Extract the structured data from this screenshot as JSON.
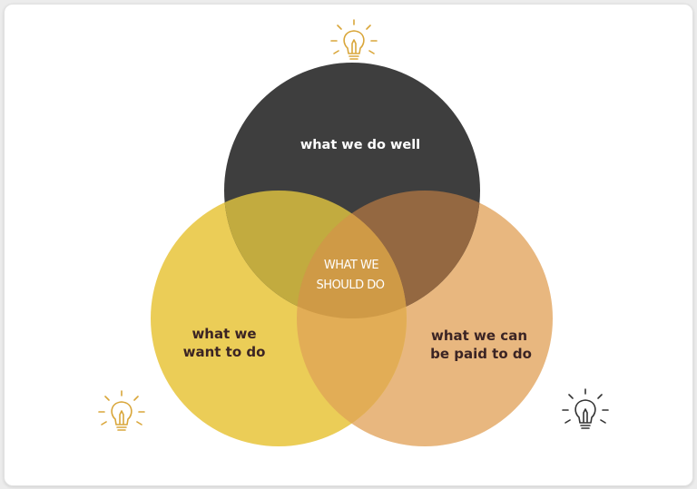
{
  "diagram": {
    "circles": [
      {
        "id": "top",
        "label": "what we do well",
        "color": "#3e3e3e"
      },
      {
        "id": "left",
        "label_lines": [
          "what we",
          "want to do"
        ],
        "color": "#ebcd57"
      },
      {
        "id": "right",
        "label_lines": [
          "what we can",
          "be paid to do"
        ],
        "color": "#e8b77f"
      }
    ],
    "center_lines": [
      "WHAT WE",
      "SHOULD DO"
    ],
    "colors": {
      "dark_text": "#3b2424",
      "white_text": "#ffffff",
      "bulb_gold": "#d9a63a",
      "bulb_dark": "#333333",
      "overlap_top_left": "#c2ab3f",
      "overlap_top_right": "#946841",
      "overlap_left_right": "#e2ad56",
      "overlap_center": "#cf9a46"
    },
    "icons": [
      "lightbulb-icon-top",
      "lightbulb-icon-left",
      "lightbulb-icon-right"
    ]
  }
}
